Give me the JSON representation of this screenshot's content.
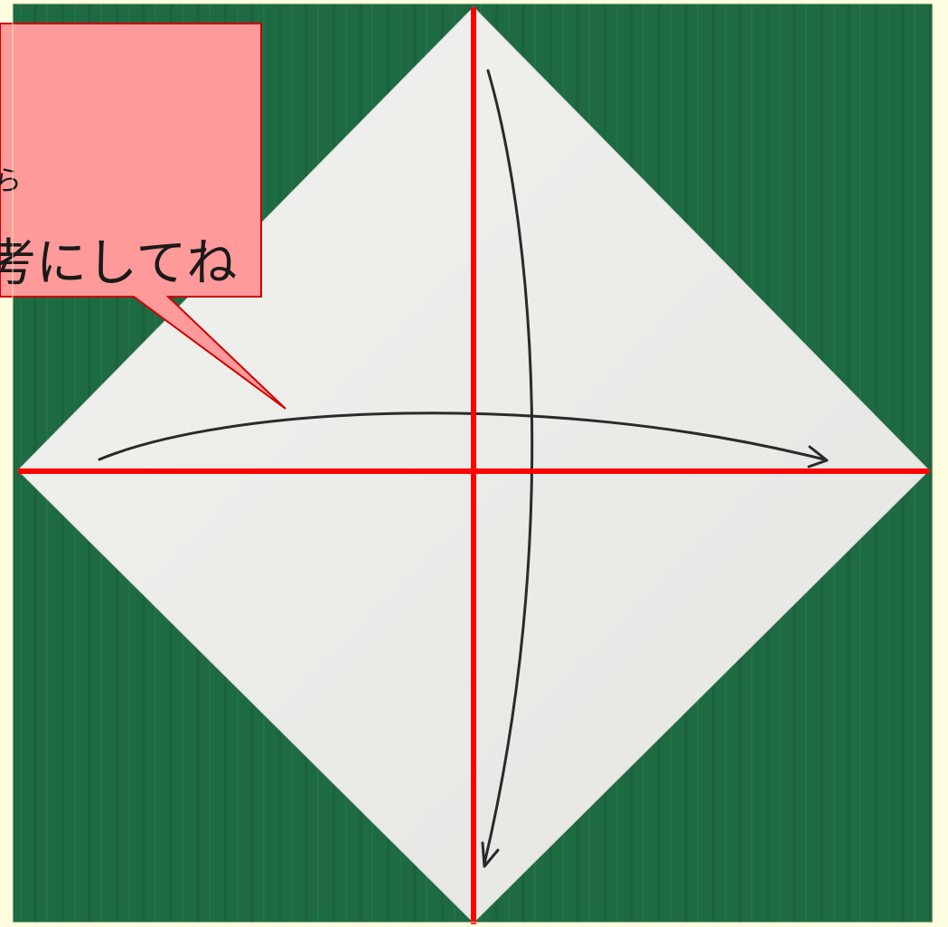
{
  "colors": {
    "frame": "#fffde0",
    "board": "#1e6a43",
    "paper": "#ececea",
    "fold_line": "#ff0000",
    "arrow": "#2a2a2a",
    "callout_fill": "#ff9a9a",
    "callout_border": "#cc0000"
  },
  "callout": {
    "line1": "ら",
    "line2": "考にしてね"
  },
  "icons": {
    "horizontal_fold_arrow": "curved-arrow-right",
    "vertical_fold_arrow": "curved-arrow-down"
  }
}
